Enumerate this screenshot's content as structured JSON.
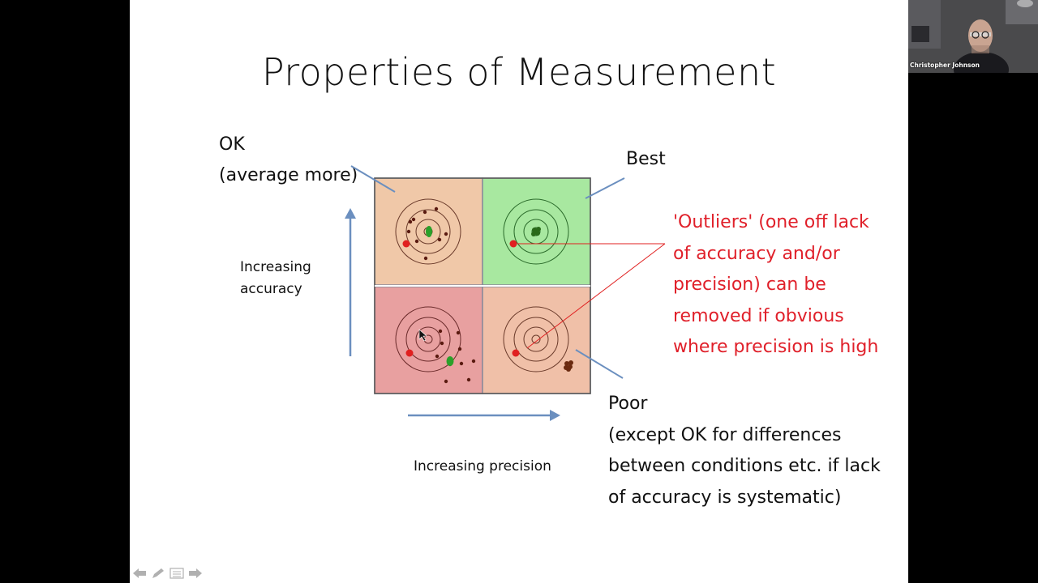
{
  "slide": {
    "title": "Properties of Measurement",
    "ok_line1": "OK",
    "ok_line2": "(average more)",
    "best": "Best",
    "accuracy_line1": "Increasing",
    "accuracy_line2": "accuracy",
    "precision": "Increasing precision",
    "poor_line1": "Poor",
    "poor_line2": "(except OK for differences",
    "poor_line3": "between conditions etc. if lack",
    "poor_line4": "of accuracy is systematic)",
    "note_lines": [
      "'Outliers' (one off lack",
      "of accuracy and/or",
      "precision) can be",
      "removed if obvious",
      "where precision is high"
    ]
  },
  "colors": {
    "quad_top_left": "#f0c8a8",
    "quad_top_right": "#a8e8a0",
    "quad_bottom_left": "#e8a0a0",
    "quad_bottom_right": "#f0c0a8",
    "arrow": "#6b8fbf",
    "note_red": "#e0202a",
    "outlier_red": "#e02020",
    "shot_green": "#2aa02a",
    "shot_dark": "#5a1a10"
  },
  "webcam": {
    "participant_name": "Christopher Johnson"
  },
  "nav": {
    "prev_icon": "arrow-left-icon",
    "pen_icon": "pen-icon",
    "menu_icon": "menu-icon",
    "next_icon": "arrow-right-icon"
  }
}
